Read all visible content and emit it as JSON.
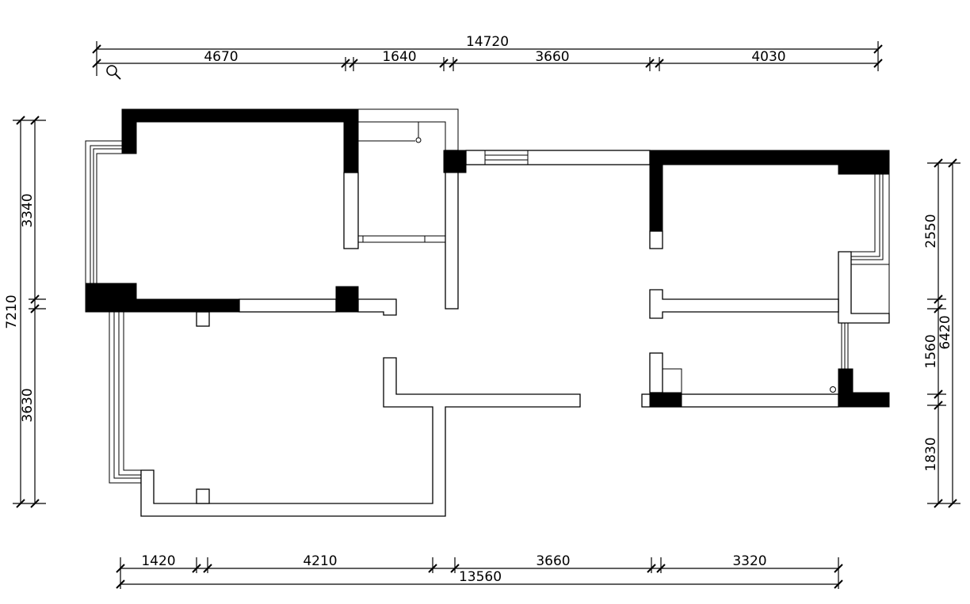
{
  "dimensions": {
    "top_overall": "14720",
    "top_segments": [
      "4670",
      "1640",
      "3660",
      "4030"
    ],
    "bottom_overall": "13560",
    "bottom_segments": [
      "1420",
      "4210",
      "3660",
      "3320"
    ],
    "left_overall": "7210",
    "left_segments": [
      "3340",
      "3630"
    ],
    "right_overall": "6420",
    "right_segments": [
      "2550",
      "1560",
      "1830"
    ]
  },
  "icons": {
    "zoom": "magnifier-icon"
  }
}
